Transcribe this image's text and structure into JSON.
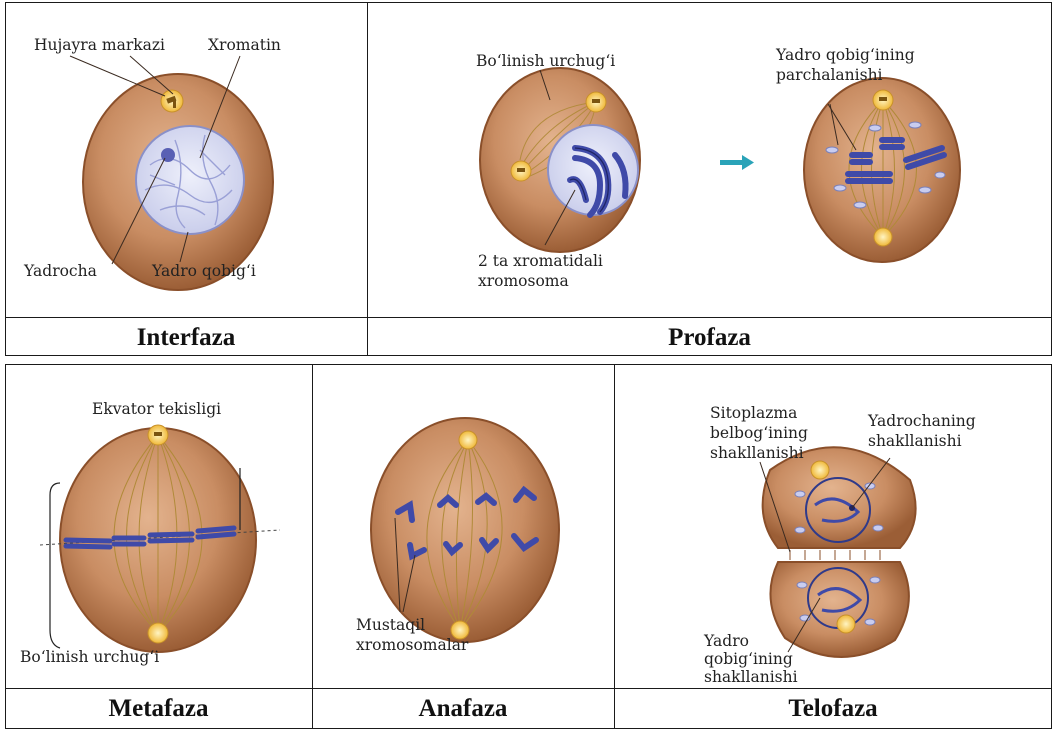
{
  "interphase": {
    "caption": "Interfaza",
    "labels": {
      "cell_center": "Hujayra markazi",
      "chromatin": "Xromatin",
      "nucleolus": "Yadrocha",
      "nuclear_envelope": "Yadro qobig‘i"
    }
  },
  "prophase": {
    "caption": "Profaza",
    "labels": {
      "spindle": "Bo‘linish urchug‘i",
      "envelope_breakdown_1": "Yadro qobig‘ining",
      "envelope_breakdown_2": "parchalanishi",
      "chromosome_1": "2 ta xromatidali",
      "chromosome_2": "xromosoma"
    }
  },
  "metaphase": {
    "caption": "Metafaza",
    "labels": {
      "equator": "Ekvator tekisligi",
      "spindle": "Bo‘linish urchug‘i"
    }
  },
  "anaphase": {
    "caption": "Anafaza",
    "labels": {
      "free_chromosomes_1": "Mustaqil",
      "free_chromosomes_2": "xromosomalar"
    }
  },
  "telophase": {
    "caption": "Telofaza",
    "labels": {
      "furrow_1": "Sitoplazma",
      "furrow_2": "belbog‘ining",
      "furrow_3": "shakllanishi",
      "nucleolus_1": "Yadrochaning",
      "nucleolus_2": "shakllanishi",
      "envelope_1": "Yadro",
      "envelope_2": "qobig‘ining",
      "envelope_3": "shakllanishi"
    }
  },
  "colors": {
    "cell_fill": "#c98d63",
    "cell_edge": "#8a4f2a",
    "nucleus": "#d9dcf2",
    "chromosome": "#3f4aa8",
    "spindle": "#9c7a2a",
    "centrosome": "#f4c84a",
    "arrow": "#2aa3b8"
  }
}
